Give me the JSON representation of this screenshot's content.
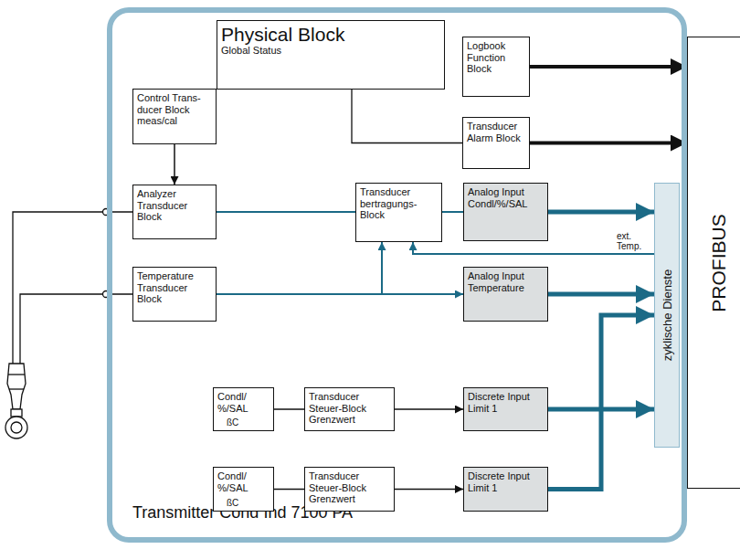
{
  "diagram": {
    "nodes": [
      {
        "text": [
          "Transmitter Cond Ind 7100 PA"
        ]
      },
      {
        "text": [
          "Physical Block",
          "Global Status"
        ],
        "in": 0
      },
      {
        "text": [
          "Logbook Function Block"
        ],
        "in": 0
      },
      {
        "text": [
          "Control Trans- ducer Block meas/cal"
        ],
        "in": 0
      },
      {
        "text": [
          "Transducer Alarm Block"
        ],
        "in": 0
      },
      {
        "text": [
          "Analyzer Transducer Block"
        ],
        "in": 0
      },
      {
        "text": [
          "Transducer bertragungs- Block"
        ],
        "in": 0
      },
      {
        "text": [
          "Analog Input Condl/%/SAL"
        ],
        "in": 0
      },
      {
        "text": [
          "zyklische Dienste"
        ],
        "in": 0
      },
      {
        "text": [
          "PROFIBUS"
        ]
      },
      {
        "text": [
          "Temperature Transducer Block"
        ],
        "in": 0
      },
      {
        "text": [
          "Analog Input Temperature"
        ],
        "in": 0
      },
      {
        "text": [
          "Condl/ %/SAL",
          "ßC"
        ],
        "in": 0
      },
      {
        "text": [
          "Transducer Steuer-Block Grenzwert"
        ],
        "in": 0
      },
      {
        "text": [
          "Discrete Input Limit 1"
        ],
        "in": 0
      },
      {
        "text": [
          "Condl/ %/SAL",
          "ßC"
        ],
        "in": 0
      },
      {
        "text": [
          "Transducer Steuer-Block Grenzwert"
        ],
        "in": 0
      },
      {
        "text": [
          "Discrete Input Limit 1"
        ],
        "in": 0
      }
    ],
    "edges": [
      {
        "from": 1,
        "to": 4,
        "arrow": "none"
      },
      {
        "from": 2,
        "to": 9,
        "arrow": "to"
      },
      {
        "from": 4,
        "to": 9,
        "arrow": "to"
      },
      {
        "from": 3,
        "to": 5,
        "arrow": "to"
      },
      {
        "from": 5,
        "to": 6,
        "arrow": "none"
      },
      {
        "from": 6,
        "to": 7,
        "arrow": "none"
      },
      {
        "from": 7,
        "to": 8,
        "arrow": "to"
      },
      {
        "from": 8,
        "to": 6,
        "label": "ext. Temp.",
        "arrow": "to"
      },
      {
        "from": 10,
        "to": 11,
        "arrow": "to"
      },
      {
        "from": 10,
        "to": 6,
        "arrow": "to"
      },
      {
        "from": 11,
        "to": 8,
        "arrow": "to"
      },
      {
        "from": 12,
        "to": 13,
        "arrow": "none"
      },
      {
        "from": 13,
        "to": 14,
        "arrow": "to"
      },
      {
        "from": 14,
        "to": 8,
        "arrow": "to"
      },
      {
        "from": 15,
        "to": 16,
        "arrow": "none"
      },
      {
        "from": 16,
        "to": 17,
        "arrow": "to"
      },
      {
        "from": 17,
        "to": 8,
        "arrow": "to"
      }
    ]
  }
}
